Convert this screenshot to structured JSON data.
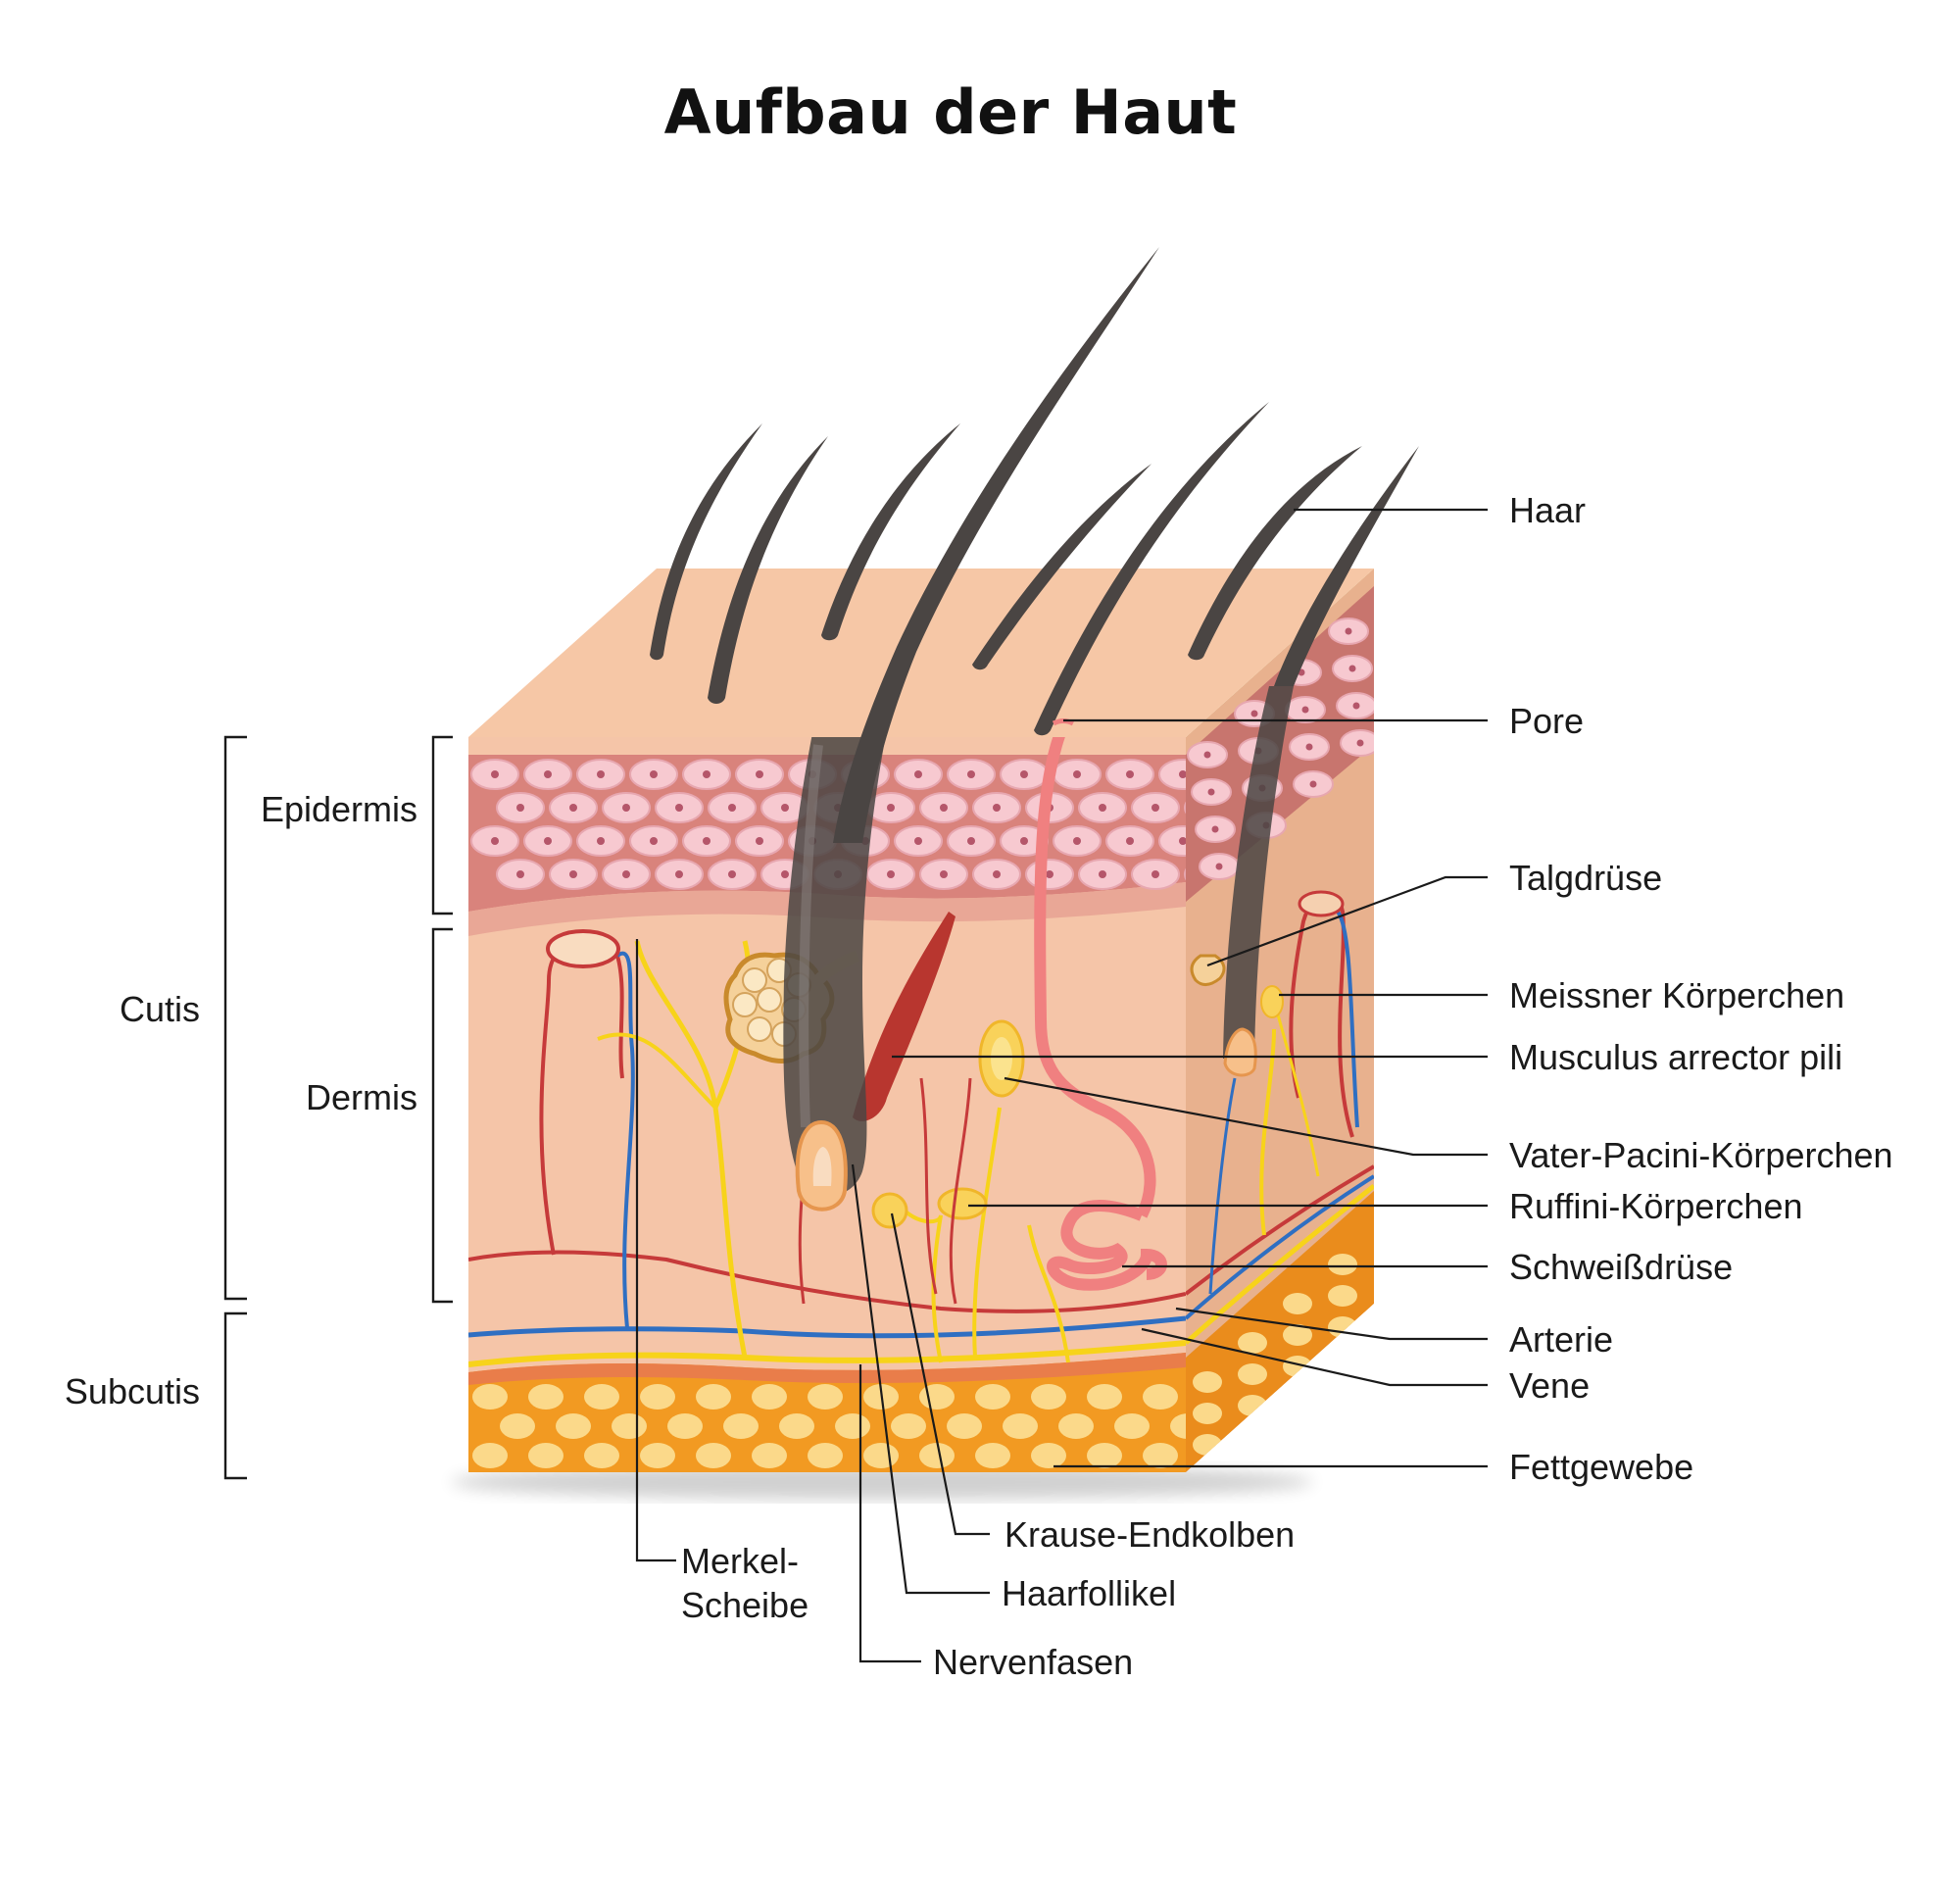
{
  "title": "Aufbau der Haut",
  "colors": {
    "surface": "#f6c7a6",
    "epidermis": "#d9837c",
    "epidermis_cell": "#f7c9d0",
    "dermis": "#f5c5a8",
    "fat": "#f29a22",
    "fat_cell": "#fbd98a",
    "hair": "#4a4543",
    "artery": "#c63a3a",
    "vein": "#2f6fc2",
    "nerve": "#f7d31a",
    "sweat_gland": "#f08080"
  },
  "layers": {
    "epidermis": "Epidermis",
    "dermis": "Dermis",
    "cutis": "Cutis",
    "subcutis": "Subcutis"
  },
  "labels": {
    "haar": "Haar",
    "pore": "Pore",
    "talgdruese": "Talgdrüse",
    "meissner": "Meissner Körperchen",
    "arrector": "Musculus arrector pili",
    "pacini": "Vater-Pacini-Körperchen",
    "ruffini": "Ruffini-Körperchen",
    "schweiss": "Schweißdrüse",
    "arterie": "Arterie",
    "vene": "Vene",
    "fett": "Fettgewebe",
    "krause": "Krause-Endkolben",
    "follikel": "Haarfollikel",
    "merkel_1": "Merkel-",
    "merkel_2": "Scheibe",
    "nerven": "Nervenfasen"
  }
}
